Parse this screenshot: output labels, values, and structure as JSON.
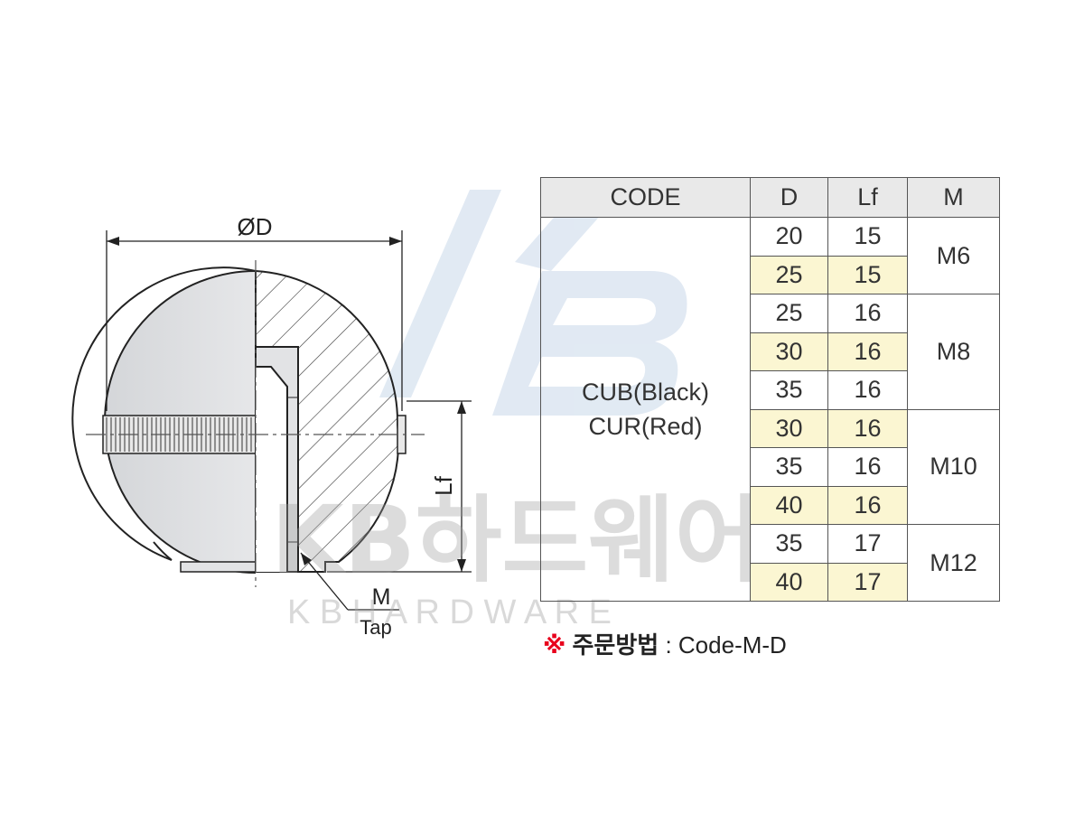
{
  "drawing": {
    "diameter_label": "ØD",
    "length_label": "Lf",
    "thread_label": "M",
    "tap_label": "Tap"
  },
  "watermark": {
    "brand_mark": "KB",
    "brand_name": "KB하드웨어",
    "brand_sub": "K B H A R D W A R E"
  },
  "table": {
    "headers": [
      "CODE",
      "D",
      "Lf",
      "M"
    ],
    "code_values": [
      "CUB(Black)",
      "CUR(Red)"
    ],
    "rows": [
      {
        "d": "20",
        "lf": "15",
        "highlight": false
      },
      {
        "d": "25",
        "lf": "15",
        "highlight": true
      },
      {
        "d": "25",
        "lf": "16",
        "highlight": false
      },
      {
        "d": "30",
        "lf": "16",
        "highlight": true
      },
      {
        "d": "35",
        "lf": "16",
        "highlight": false
      },
      {
        "d": "30",
        "lf": "16",
        "highlight": true
      },
      {
        "d": "35",
        "lf": "16",
        "highlight": false
      },
      {
        "d": "40",
        "lf": "16",
        "highlight": true
      },
      {
        "d": "35",
        "lf": "17",
        "highlight": false
      },
      {
        "d": "40",
        "lf": "17",
        "highlight": true
      }
    ],
    "m_groups": [
      {
        "label": "M6",
        "rows": 2
      },
      {
        "label": "M8",
        "rows": 3
      },
      {
        "label": "M10",
        "rows": 3
      },
      {
        "label": "M12",
        "rows": 2
      }
    ]
  },
  "order_note": {
    "mark": "※",
    "label": "주문방법",
    "separator": ":",
    "value": "Code-M-D"
  },
  "colors": {
    "highlight": "#fbf6d2",
    "header": "#e9e9e9",
    "note_mark": "#e8001c",
    "body_fill": "#e2e3e5"
  }
}
